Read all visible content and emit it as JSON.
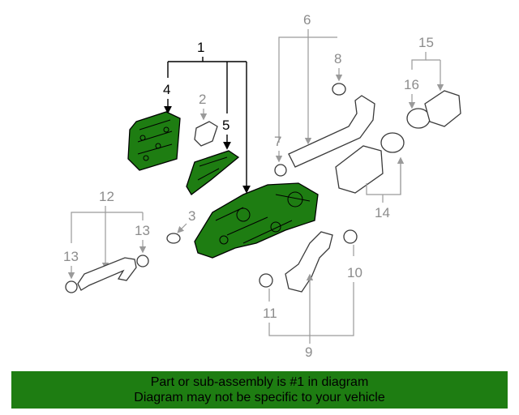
{
  "callouts": {
    "c1": "1",
    "c2": "2",
    "c3": "3",
    "c4": "4",
    "c5": "5",
    "c6": "6",
    "c7": "7",
    "c8": "8",
    "c9": "9",
    "c10": "10",
    "c11": "11",
    "c12": "12",
    "c13a": "13",
    "c13b": "13",
    "c14": "14",
    "c15": "15",
    "c16": "16"
  },
  "footer": {
    "line1": "Part or sub-assembly is #1 in diagram",
    "line2": "Diagram may not be specific to your vehicle"
  },
  "colors": {
    "highlight": "#1e7d12",
    "leader_dark": "#000000",
    "leader_gray": "#9a9a9a"
  }
}
